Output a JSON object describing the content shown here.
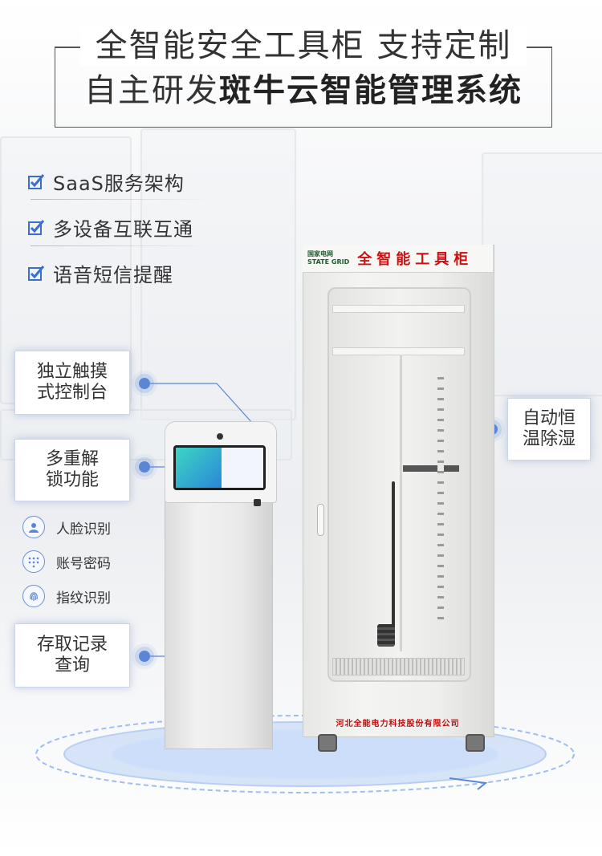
{
  "header": {
    "line1": "全智能安全工具柜 支持定制",
    "line2_prefix": "自主研发",
    "line2_bold": "斑牛云智能管理系统"
  },
  "features": [
    {
      "label": "SaaS服务架构",
      "icon": "check-icon"
    },
    {
      "label": "多设备互联互通",
      "icon": "check-icon"
    },
    {
      "label": "语音短信提醒",
      "icon": "check-icon"
    }
  ],
  "callouts": {
    "touch_console": "独立触摸式控制台",
    "touch_console_l1": "独立触摸",
    "touch_console_l2": "式控制台",
    "multi_unlock_l1": "多重解",
    "multi_unlock_l2": "锁功能",
    "records_l1": "存取记录",
    "records_l2": "查询",
    "climate_l1": "自动恒",
    "climate_l2": "温除湿"
  },
  "unlock_methods": [
    {
      "label": "人脸识别",
      "icon": "face-recognition-icon"
    },
    {
      "label": "账号密码",
      "icon": "keypad-icon"
    },
    {
      "label": "指纹识别",
      "icon": "fingerprint-icon"
    }
  ],
  "cabinet": {
    "brand_cn": "国家电网",
    "brand_en": "STATE GRID",
    "title": "全智能工具柜",
    "maker": "河北全能电力科技股份有限公司"
  },
  "colors": {
    "accent": "#5b86d6",
    "cabinet_title": "#d01010",
    "check": "#3a6fd0"
  }
}
